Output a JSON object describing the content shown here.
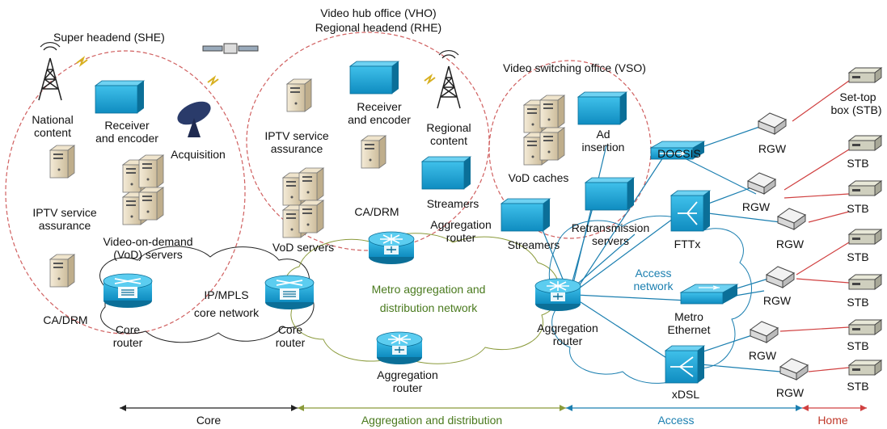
{
  "regions": {
    "she": "Super headend (SHE)",
    "vho1": "Video hub office (VHO)",
    "vho2": "Regional headend (RHE)",
    "vso": "Video switching office (VSO)"
  },
  "she": {
    "national1": "National",
    "national2": "content",
    "receiver1": "Receiver",
    "receiver2": "and encoder",
    "acquisition": "Acquisition",
    "iptv1": "IPTV service",
    "iptv2": "assurance",
    "vod1": "Video-on-demand",
    "vod2": "(VoD) servers",
    "cadrm": "CA/DRM",
    "core_router1": "Core",
    "core_router2": "router"
  },
  "vho": {
    "receiver1": "Receiver",
    "receiver2": "and encoder",
    "regional1": "Regional",
    "regional2": "content",
    "iptv1": "IPTV service",
    "iptv2": "assurance",
    "streamers": "Streamers",
    "cadrm": "CA/DRM",
    "vod": "VoD servers",
    "agg1": "Aggregation",
    "agg2": "router"
  },
  "core": {
    "ipmpls1": "IP/MPLS",
    "ipmpls2": "core network",
    "core_router1": "Core",
    "core_router2": "router"
  },
  "metro": {
    "net1": "Metro aggregation and",
    "net2": "distribution network",
    "agg1": "Aggregation",
    "agg2": "router"
  },
  "vso": {
    "vod_caches": "VoD caches",
    "ad1": "Ad",
    "ad2": "insertion",
    "streamers": "Streamers",
    "retx1": "Retransmission",
    "retx2": "servers",
    "agg1": "Aggregation",
    "agg2": "router"
  },
  "access": {
    "docsis": "DOCSIS",
    "fttx": "FTTx",
    "access_net1": "Access",
    "access_net2": "network",
    "metro1": "Metro",
    "metro2": "Ethernet",
    "xdsl": "xDSL",
    "rgw": "RGW"
  },
  "home": {
    "stb_first1": "Set-top",
    "stb_first2": "box (STB)",
    "stb": "STB"
  },
  "scale": {
    "core": "Core",
    "agg": "Aggregation and distribution",
    "access": "Access",
    "home": "Home"
  },
  "colors": {
    "device": "#1aa3d1",
    "device_dark": "#0b6f98",
    "region_border": "#d06060",
    "link_blue": "#1b7fb0",
    "link_red": "#d04040",
    "link_green": "#8a9a3a",
    "server": "#e8dcc2"
  }
}
